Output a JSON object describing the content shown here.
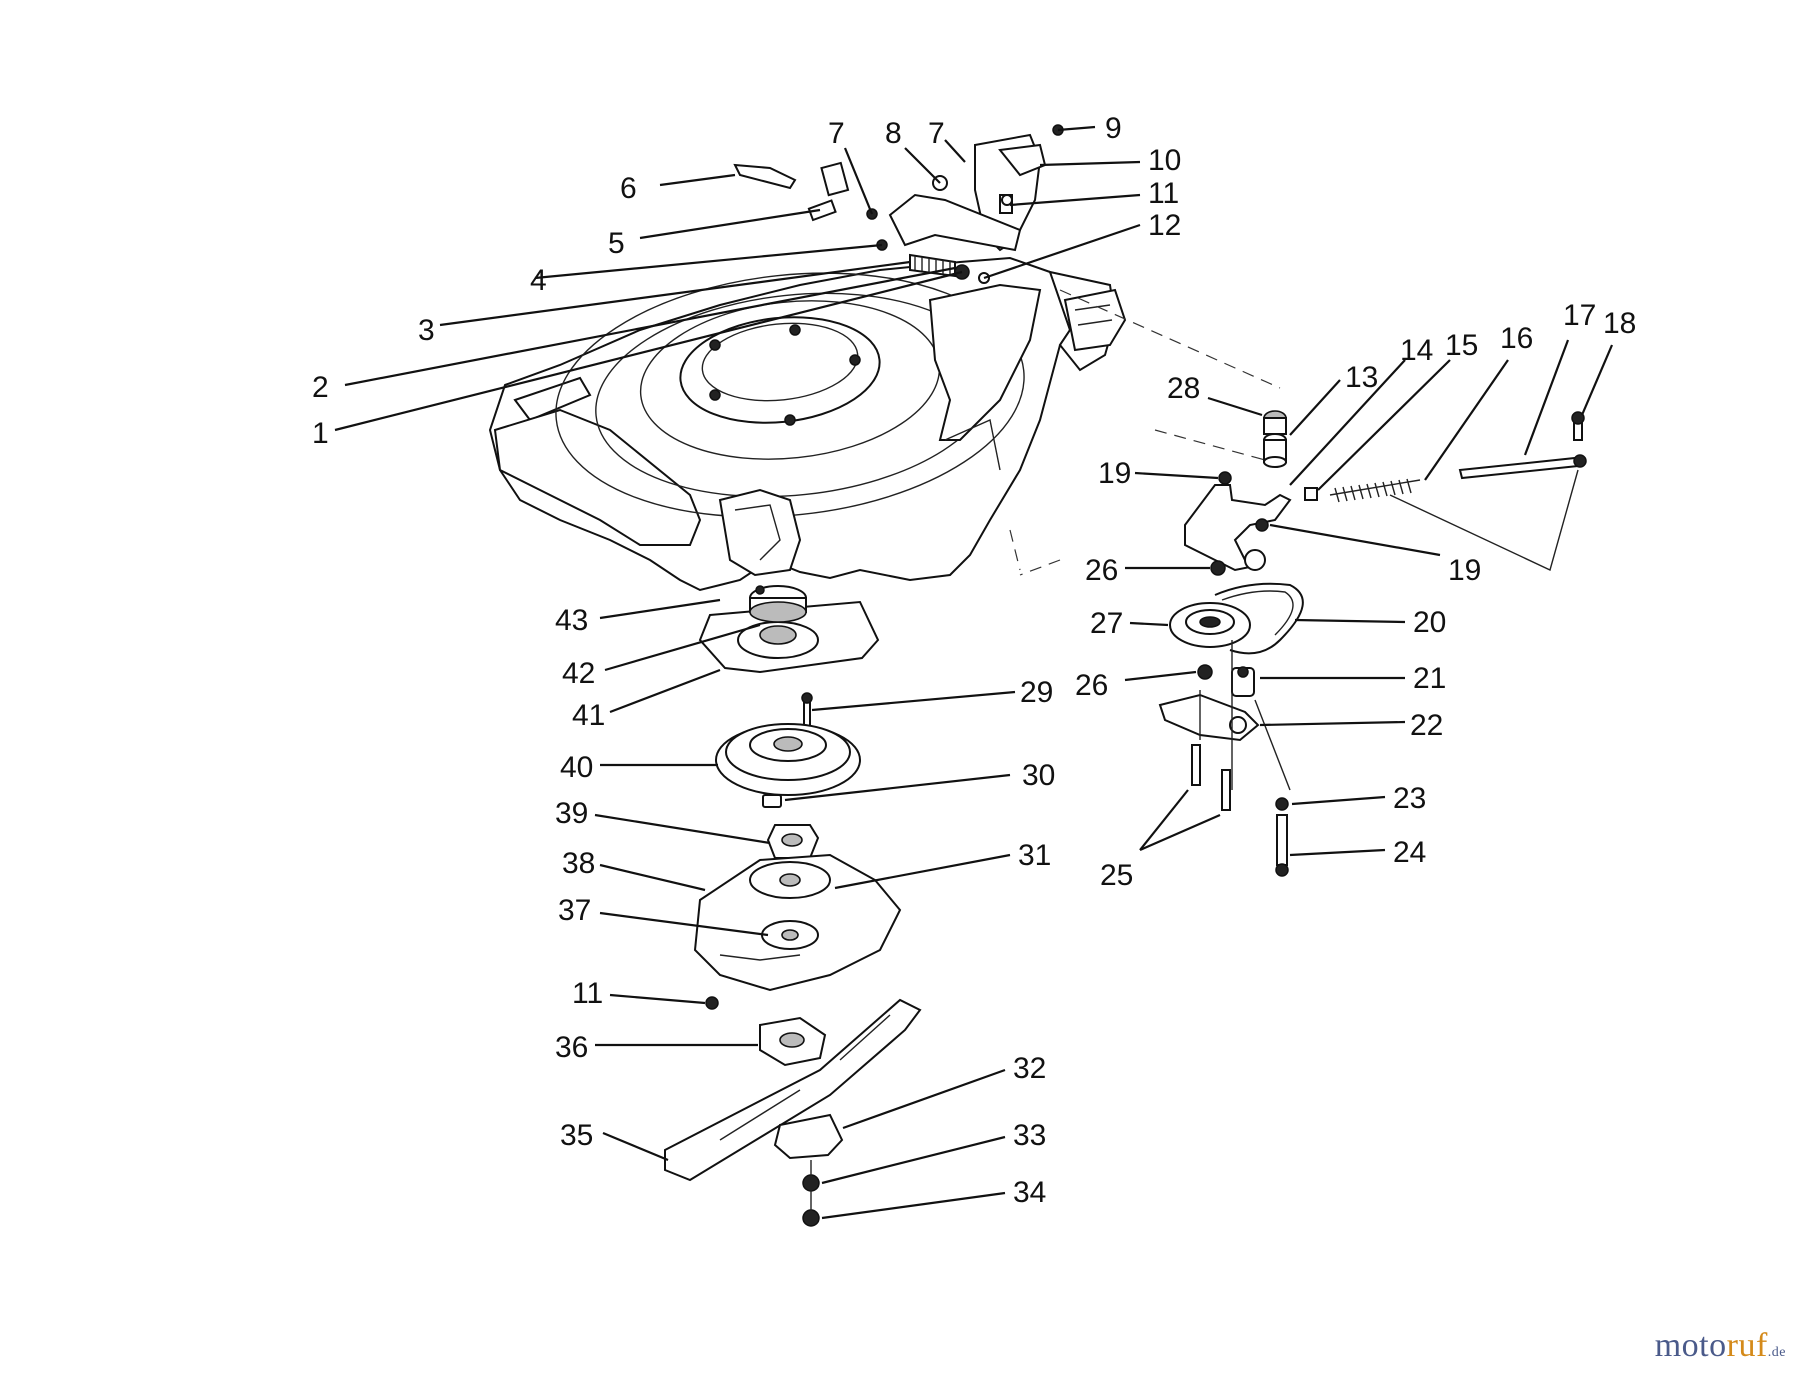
{
  "diagram": {
    "labels": [
      "1",
      "2",
      "3",
      "4",
      "5",
      "6",
      "7",
      "7",
      "8",
      "9",
      "10",
      "11",
      "11",
      "12",
      "13",
      "14",
      "15",
      "16",
      "17",
      "18",
      "19",
      "19",
      "20",
      "21",
      "22",
      "23",
      "24",
      "25",
      "26",
      "26",
      "27",
      "28",
      "29",
      "30",
      "31",
      "32",
      "33",
      "34",
      "35",
      "36",
      "37",
      "38",
      "39",
      "40",
      "41",
      "42",
      "43"
    ]
  },
  "watermark": {
    "part1": "moto",
    "part2": "ruf",
    "part3": ".de"
  }
}
